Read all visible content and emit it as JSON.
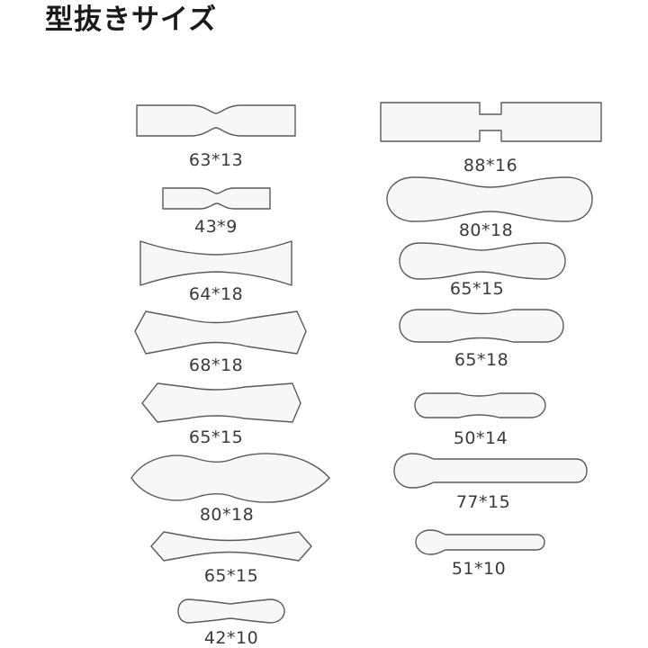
{
  "title": "型抜きサイズ",
  "shapes": {
    "left": [
      "63*13",
      "43*9",
      "64*18",
      "68*18",
      "65*15",
      "80*18",
      "65*15",
      "42*10"
    ],
    "right": [
      "88*16",
      "80*18",
      "65*15",
      "65*18",
      "50*14",
      "77*15",
      "51*10"
    ]
  }
}
